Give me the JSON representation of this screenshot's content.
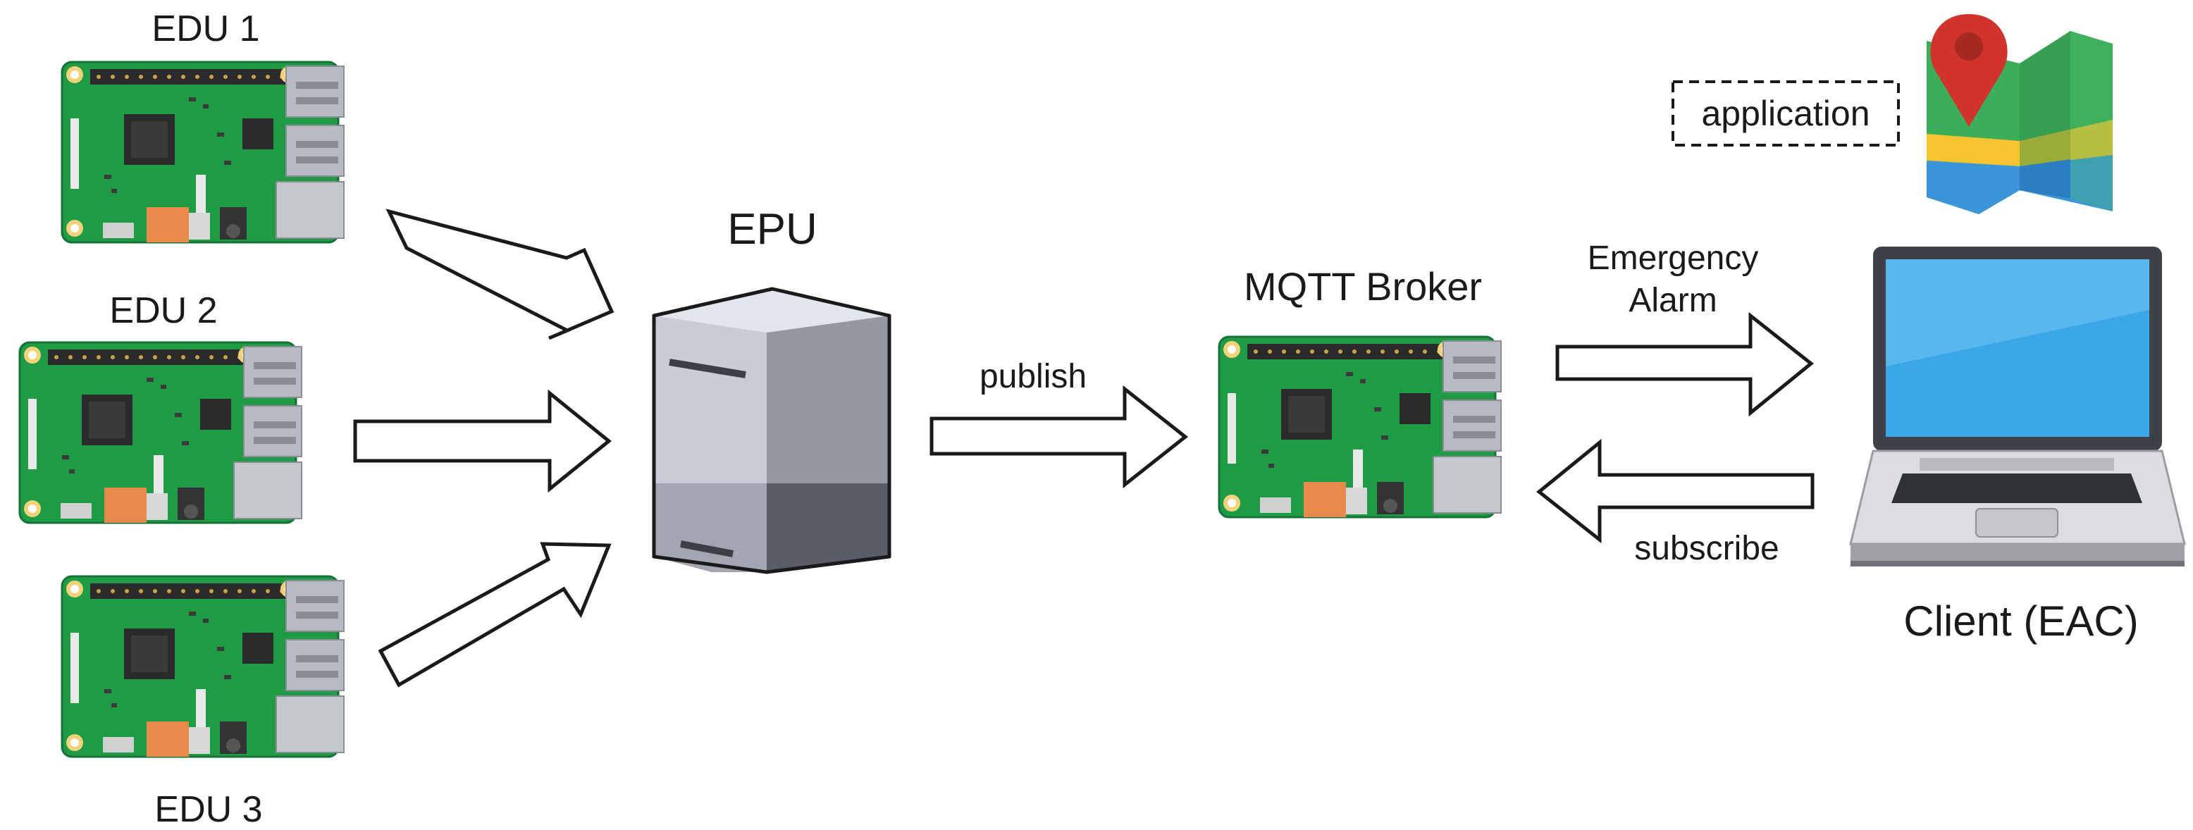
{
  "edus": [
    {
      "label": "EDU 1"
    },
    {
      "label": "EDU 2"
    },
    {
      "label": "EDU 3"
    }
  ],
  "epu": {
    "label": "EPU"
  },
  "broker": {
    "label": "MQTT Broker"
  },
  "client": {
    "label": "Client (EAC)"
  },
  "application": {
    "label": "application"
  },
  "flows": {
    "publish": "publish",
    "alarm_line1": "Emergency",
    "alarm_line2": "Alarm",
    "subscribe": "subscribe"
  },
  "colors": {
    "board_green": "#1f9a45",
    "server_light": "#c9ccd6",
    "server_dark": "#5a5d68",
    "screen_blue": "#3ba7e8",
    "map_pin": "#d0342c"
  }
}
